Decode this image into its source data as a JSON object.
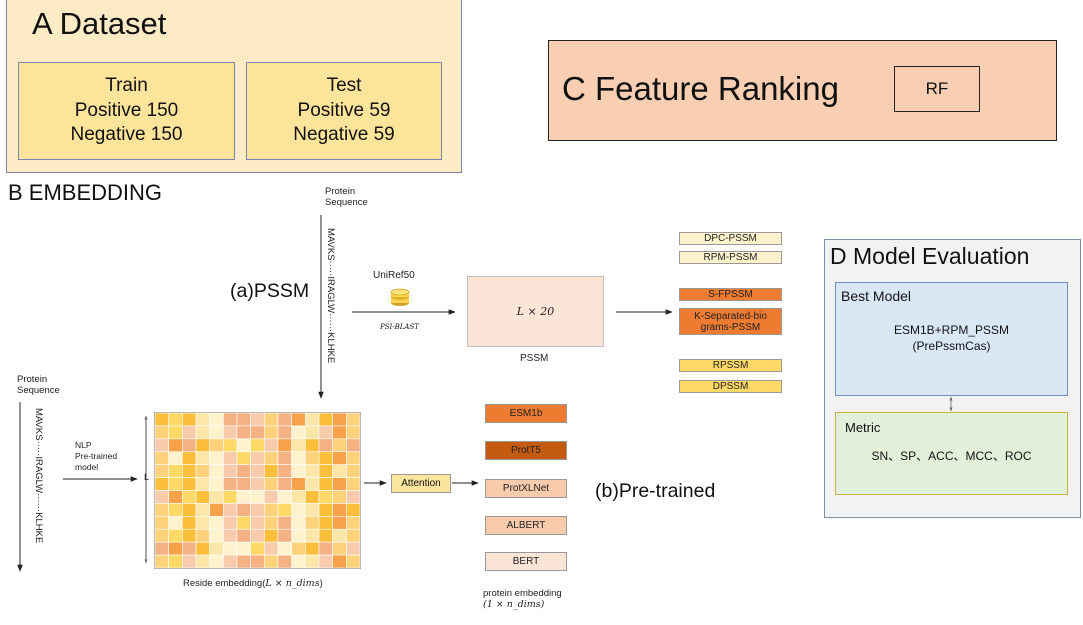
{
  "colors": {
    "dataset_bg": "#fdebc5",
    "dataset_border": "#7e85ad",
    "inner_box_bg": "#fde49b",
    "feature_bg": "#f8cfb3",
    "model_eval_bg": "#f2f2f2",
    "best_model_bg": "#dae8f6",
    "metric_bg": "#e2efd9",
    "dark_orange": "#ee7b30",
    "light_orange": "#f8cbad",
    "very_light_orange": "#fbe5d6",
    "yellow": "#ffd966",
    "pale_yellow": "#fff2cc",
    "brown": "#c55a11"
  },
  "dataset": {
    "title": "A Dataset",
    "train": {
      "label": "Train",
      "positive": "Positive 150",
      "negative": "Negative 150"
    },
    "test": {
      "label": "Test",
      "positive": "Positive 59",
      "negative": "Negative 59"
    }
  },
  "feature_ranking": {
    "title": "C Feature Ranking",
    "method": "RF"
  },
  "embedding": {
    "title": "B EMBEDDING",
    "pssm_branch": {
      "label": "(a)PSSM",
      "protein_sequence": [
        "Protein",
        "Sequence"
      ],
      "sequence_text": "MAVKS·····IRAGLW······KLHKE",
      "database": "UniRef50",
      "tool": "PSI-BLAST",
      "matrix": "L × 20",
      "matrix_caption": "PSSM",
      "features": [
        "DPC-PSSM",
        "RPM-PSSM",
        "S-FPSSM",
        "K-Separated-bio grams-PSSM",
        "RPSSM",
        "DPSSM"
      ]
    },
    "pretrained_branch": {
      "label": "(b)Pre-trained",
      "protein_sequence": [
        "Protein",
        "Sequence"
      ],
      "sequence_text": "MAVKS·····IRAGLW······KLHKE",
      "nlp_label": [
        "NLP",
        "Pre-trained",
        "model"
      ],
      "length_label": "L",
      "residue_caption": "Reside embedding(",
      "residue_math": "L × n_dims",
      "residue_close": ")",
      "attention": "Attention",
      "models": [
        "ESM1b",
        "ProtT5",
        "ProtXLNet",
        "ALBERT",
        "BERT"
      ],
      "protein_caption": "protein embedding",
      "protein_math": "(1 × n_dims)"
    }
  },
  "model_evaluation": {
    "title": "D Model Evaluation",
    "best_model": {
      "title": "Best Model",
      "line1": "ESM1B+RPM_PSSM",
      "line2": "(PrePssmCas)"
    },
    "metric": {
      "title": "Metric",
      "values": "SN、SP、ACC、MCC、ROC"
    }
  }
}
